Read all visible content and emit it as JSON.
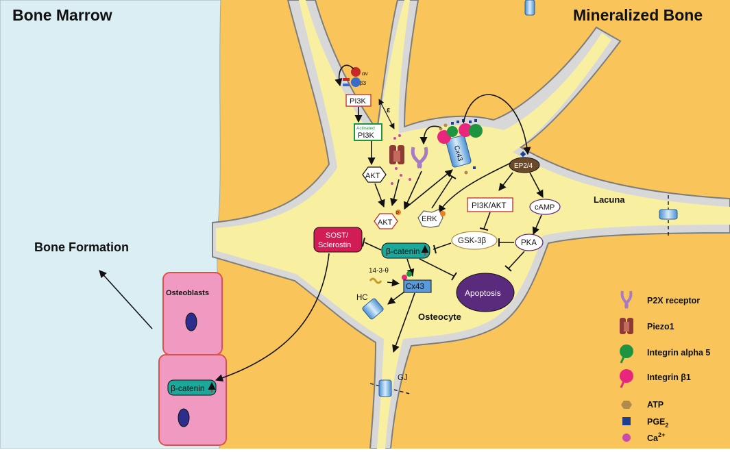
{
  "regions": {
    "bone_marrow": "Bone Marrow",
    "mineralized_bone": "Mineralized Bone",
    "lacuna": "Lacuna",
    "osteocyte": "Osteocyte",
    "bone_formation": "Bone Formation",
    "osteoblasts": "Osteoblasts"
  },
  "receptors": {
    "integrin_alpha": "αv",
    "integrin_beta": "β3",
    "cx43_channel": "Cx43",
    "ep": "EP2/4"
  },
  "nodes": {
    "pi3k": "PI3K",
    "activated": "Activated",
    "activated_pi3k": "PI3K",
    "akt": "AKT",
    "akt_p": "AKT",
    "erk": "ERK",
    "pi3k_akt": "PI3K/AKT",
    "camp": "cAMP",
    "gsk": "GSK-3β",
    "pka": "PKA",
    "sost_line1": "SOST/",
    "sost_line2": "Sclerostin",
    "beta_catenin": "β-catenin",
    "beta_catenin_ob": "β-catenin",
    "apoptosis": "Apoptosis",
    "protein_1433": "14-3-θ",
    "cx43": "Cx43",
    "hc": "HC",
    "gj": "GJ",
    "phospho": "P",
    "epsilon": "ε"
  },
  "legend": [
    {
      "icon": "p2x-receptor-icon",
      "label": "P2X receptor",
      "color": "#a77bc4"
    },
    {
      "icon": "piezo1-icon",
      "label": "Piezo1",
      "color": "#8e3b36"
    },
    {
      "icon": "integrin-alpha5-icon",
      "label": "Integrin alpha 5",
      "color": "#1f9440"
    },
    {
      "icon": "integrin-beta1-icon",
      "label": "Integrin β1",
      "color": "#e8267c"
    },
    {
      "icon": "atp-icon",
      "label": "ATP",
      "color": "#b08a4a"
    },
    {
      "icon": "pge2-icon",
      "label": "PGE",
      "sub": "2",
      "color": "#1c3f8f"
    },
    {
      "icon": "calcium-icon",
      "label": "Ca",
      "sup": "2+",
      "color": "#c94aa8"
    }
  ],
  "colors": {
    "bone": "#f9c55a",
    "marrow": "#daeef4",
    "cell": "#f8f0a0",
    "membrane": "#d8d8d8",
    "osteoblast": "#f09ac2",
    "nucleus": "#2b2e8a",
    "beta_catenin": "#1ba79a",
    "sost": "#d11c55",
    "apoptosis": "#5a2a7d",
    "ep": "#6b4a2a"
  }
}
